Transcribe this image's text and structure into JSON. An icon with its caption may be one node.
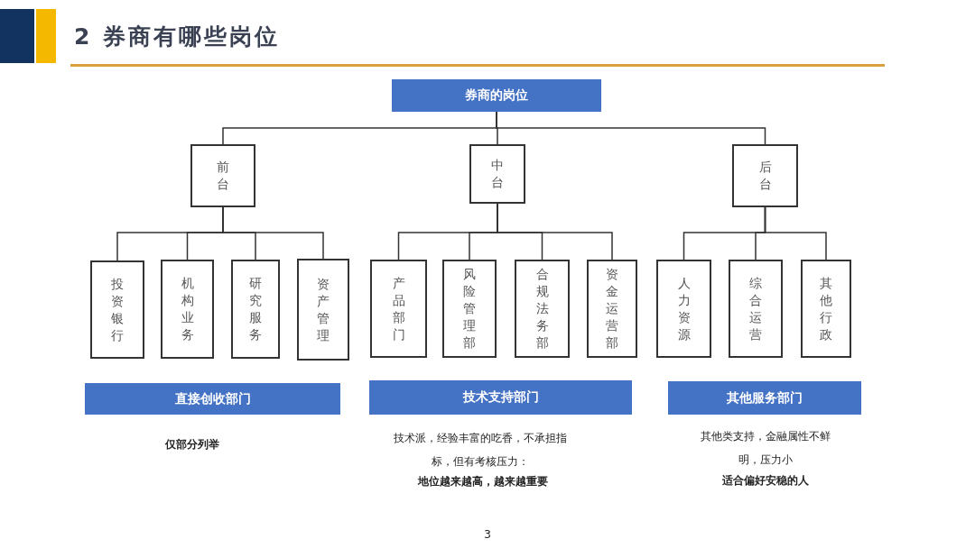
{
  "diagram": {
    "title": "2 券商有哪些岗位",
    "nodes": [
      {
        "text": [
          "券商的岗位"
        ]
      },
      {
        "text": [
          "前台"
        ]
      },
      {
        "text": [
          "中台"
        ]
      },
      {
        "text": [
          "后台"
        ]
      },
      {
        "text": [
          "投资银行"
        ]
      },
      {
        "text": [
          "机构业务"
        ]
      },
      {
        "text": [
          "研究服务"
        ]
      },
      {
        "text": [
          "资产管理"
        ]
      },
      {
        "text": [
          "产品部门"
        ]
      },
      {
        "text": [
          "风险管理部"
        ]
      },
      {
        "text": [
          "合规法务部"
        ]
      },
      {
        "text": [
          "资金运营部"
        ]
      },
      {
        "text": [
          "人力资源"
        ]
      },
      {
        "text": [
          "综合运营"
        ]
      },
      {
        "text": [
          "其他行政"
        ]
      },
      {
        "text": [
          "直接创收部门"
        ]
      },
      {
        "text": [
          "技术支持部门"
        ]
      },
      {
        "text": [
          "其他服务部门"
        ]
      }
    ],
    "edges": [
      {
        "from": 0,
        "to": 1,
        "arrow": "none"
      },
      {
        "from": 0,
        "to": 2,
        "arrow": "none"
      },
      {
        "from": 0,
        "to": 3,
        "arrow": "none"
      },
      {
        "from": 1,
        "to": 4,
        "arrow": "none"
      },
      {
        "from": 1,
        "to": 5,
        "arrow": "none"
      },
      {
        "from": 1,
        "to": 6,
        "arrow": "none"
      },
      {
        "from": 1,
        "to": 7,
        "arrow": "none"
      },
      {
        "from": 2,
        "to": 8,
        "arrow": "none"
      },
      {
        "from": 2,
        "to": 9,
        "arrow": "none"
      },
      {
        "from": 2,
        "to": 10,
        "arrow": "none"
      },
      {
        "from": 2,
        "to": 11,
        "arrow": "none"
      },
      {
        "from": 3,
        "to": 12,
        "arrow": "none"
      },
      {
        "from": 3,
        "to": 13,
        "arrow": "none"
      },
      {
        "from": 3,
        "to": 14,
        "arrow": "none"
      }
    ],
    "labels": [
      "仅部分列举",
      "技术派，经验丰富的吃香，不承担指标，但有考核压力：",
      "地位越来越高，越来越重要",
      "其他类支持，金融属性不鲜明，压力小",
      "适合偏好安稳的人",
      "3"
    ]
  }
}
